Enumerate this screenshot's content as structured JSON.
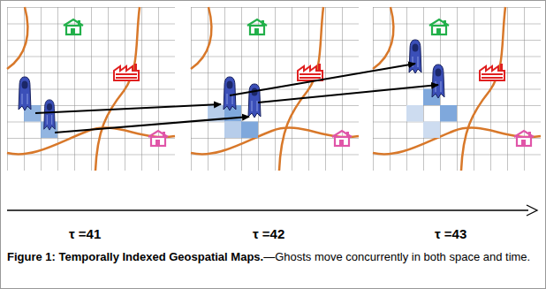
{
  "diagram": {
    "caption": "Figure 1: Temporally Indexed Geospatial Maps.—Ghosts move concurrently in both space and time.",
    "labels": [
      "τ =41",
      "τ =42",
      "τ =43"
    ]
  }
}
